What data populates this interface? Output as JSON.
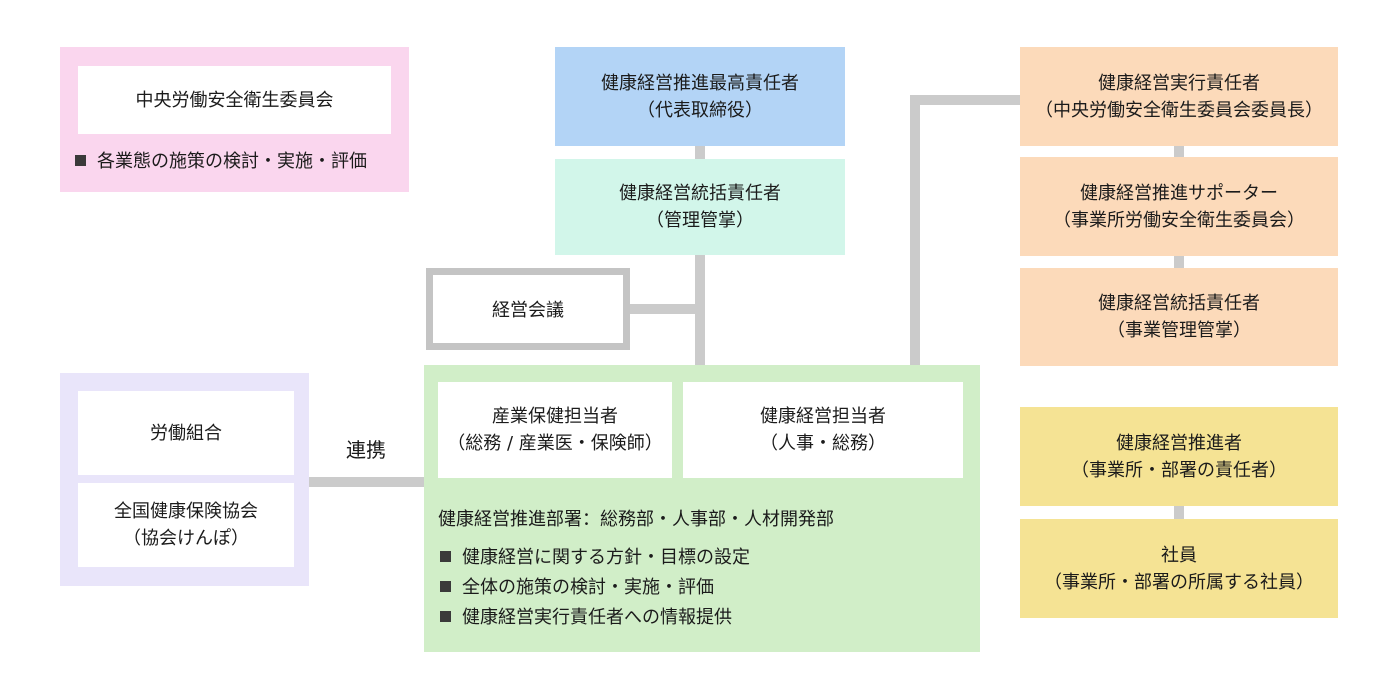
{
  "nodes": {
    "central_committee": {
      "title": "中央労働安全衛生委員会",
      "bullets": [
        "各業態の施策の検討・実施・評価"
      ]
    },
    "top_officer": {
      "title": "健康経営推進最高責任者",
      "sub": "（代表取締役）"
    },
    "supervising_officer": {
      "title": "健康経営統括責任者",
      "sub": "（管理管掌）"
    },
    "management_meeting": {
      "title": "経営会議"
    },
    "promotion_dept": {
      "occupational_health": {
        "title": "産業保健担当者",
        "sub": "（総務 / 産業医・保険師）"
      },
      "health_management": {
        "title": "健康経営担当者",
        "sub": "（人事・総務）"
      },
      "heading": "健康経営推進部署：総務部・人事部・人材開発部",
      "bullets": [
        "健康経営に関する方針・目標の設定",
        "全体の施策の検討・実施・評価",
        "健康経営実行責任者への情報提供"
      ]
    },
    "labor_union": {
      "title": "労働組合"
    },
    "health_insurance": {
      "title": "全国健康保険協会",
      "sub": "（協会けんぽ）"
    },
    "executive_officer": {
      "title": "健康経営実行責任者",
      "sub": "（中央労働安全衛生委員会委員長）"
    },
    "supporter": {
      "title": "健康経営推進サポーター",
      "sub": "（事業所労働安全衛生委員会）"
    },
    "site_supervising_officer": {
      "title": "健康経営統括責任者",
      "sub": "（事業管理管掌）"
    },
    "promoter": {
      "title": "健康経営推進者",
      "sub": "（事業所・部署の責任者）"
    },
    "employees": {
      "title": "社員",
      "sub": "（事業所・部署の所属する社員）"
    }
  },
  "labels": {
    "cooperation": "連携"
  },
  "colors": {
    "pink": "#fad6ee",
    "lavender": "#e9e5fa",
    "blue": "#b3d4f6",
    "mint": "#d2f6ea",
    "green": "#d1eec8",
    "peach": "#fcdaba",
    "yellow": "#f5e394",
    "connector_gray": "#cbcbcb",
    "meeting_border_gray": "#c4c4c4",
    "text": "#1b1b1b"
  }
}
